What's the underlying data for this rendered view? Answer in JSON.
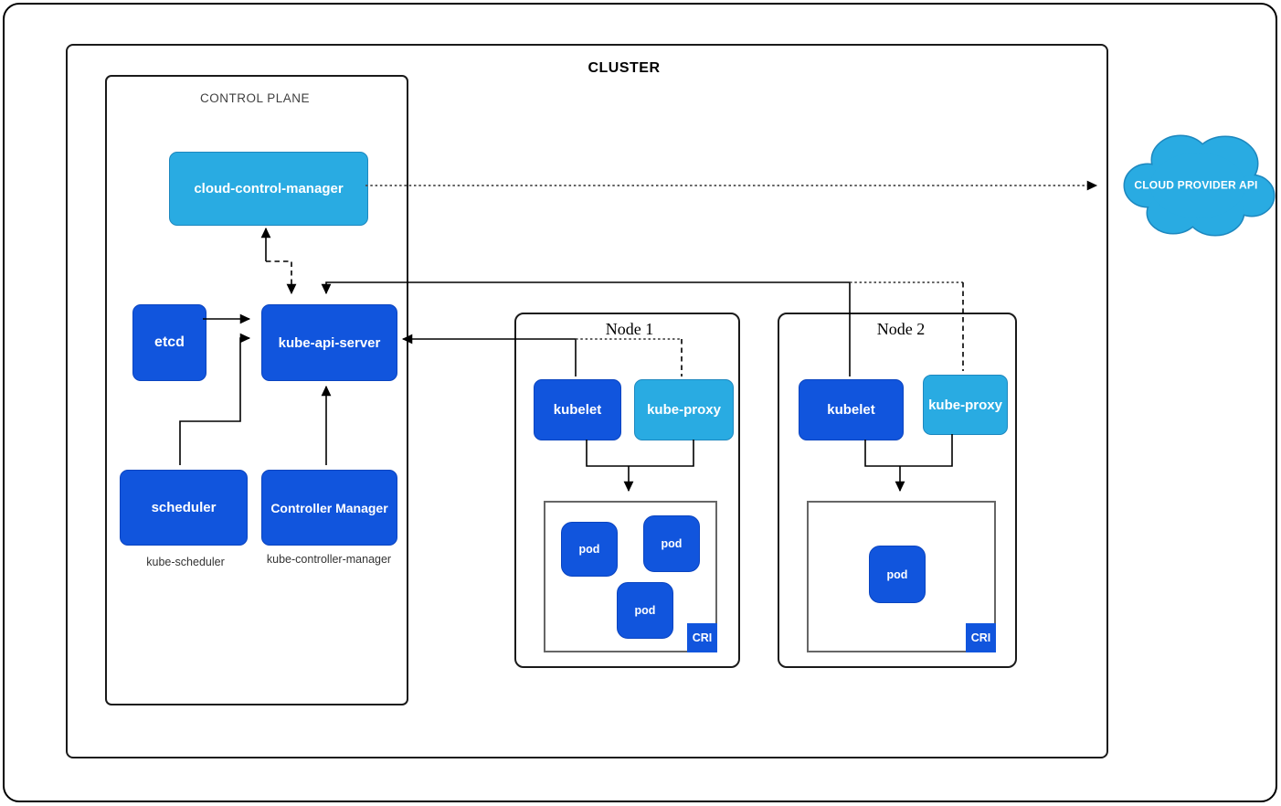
{
  "palette": {
    "dark_blue": "#1155DD",
    "dark_blue_border": "#0a44c0",
    "light_blue": "#29ABE2",
    "light_blue_border": "#1d88bf",
    "line": "#000000",
    "dotted_line": "#4d4d4d",
    "box_border": "#1a1a1a",
    "cri_border": "#666666",
    "caption": "#333333",
    "background": "#ffffff"
  },
  "cluster": {
    "title": "CLUSTER"
  },
  "control_plane": {
    "title": "CONTROL PLANE",
    "cloud_control_manager": "cloud-control-manager",
    "etcd": "etcd",
    "kube_api_server": "kube-api-server",
    "scheduler": "scheduler",
    "controller_manager": "Controller Manager",
    "scheduler_caption": "kube-scheduler",
    "controller_manager_caption": "kube-controller-manager"
  },
  "nodes": [
    {
      "title": "Node 1",
      "kubelet": "kubelet",
      "kube_proxy": "kube-proxy",
      "cri": "CRI",
      "pods": [
        "pod",
        "pod",
        "pod"
      ]
    },
    {
      "title": "Node 2",
      "kubelet": "kubelet",
      "kube_proxy": "kube-proxy",
      "cri": "CRI",
      "pods": [
        "pod"
      ]
    }
  ],
  "cloud_provider_api": {
    "label": "CLOUD PROVIDER API"
  }
}
